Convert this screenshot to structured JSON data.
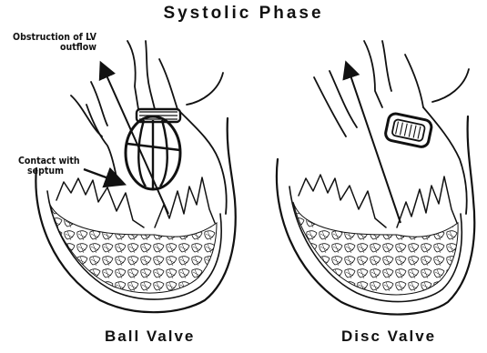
{
  "title": "Systolic Phase",
  "annotations": {
    "obstruction": [
      "Obstruction of LV",
      "outflow"
    ],
    "contact": [
      "Contact with",
      "septum"
    ]
  },
  "panels": [
    {
      "caption": "Ball Valve",
      "valve_type": "ball"
    },
    {
      "caption": "Disc Valve",
      "valve_type": "disc"
    }
  ],
  "colors": {
    "ink": "#111111",
    "background": "#ffffff"
  }
}
